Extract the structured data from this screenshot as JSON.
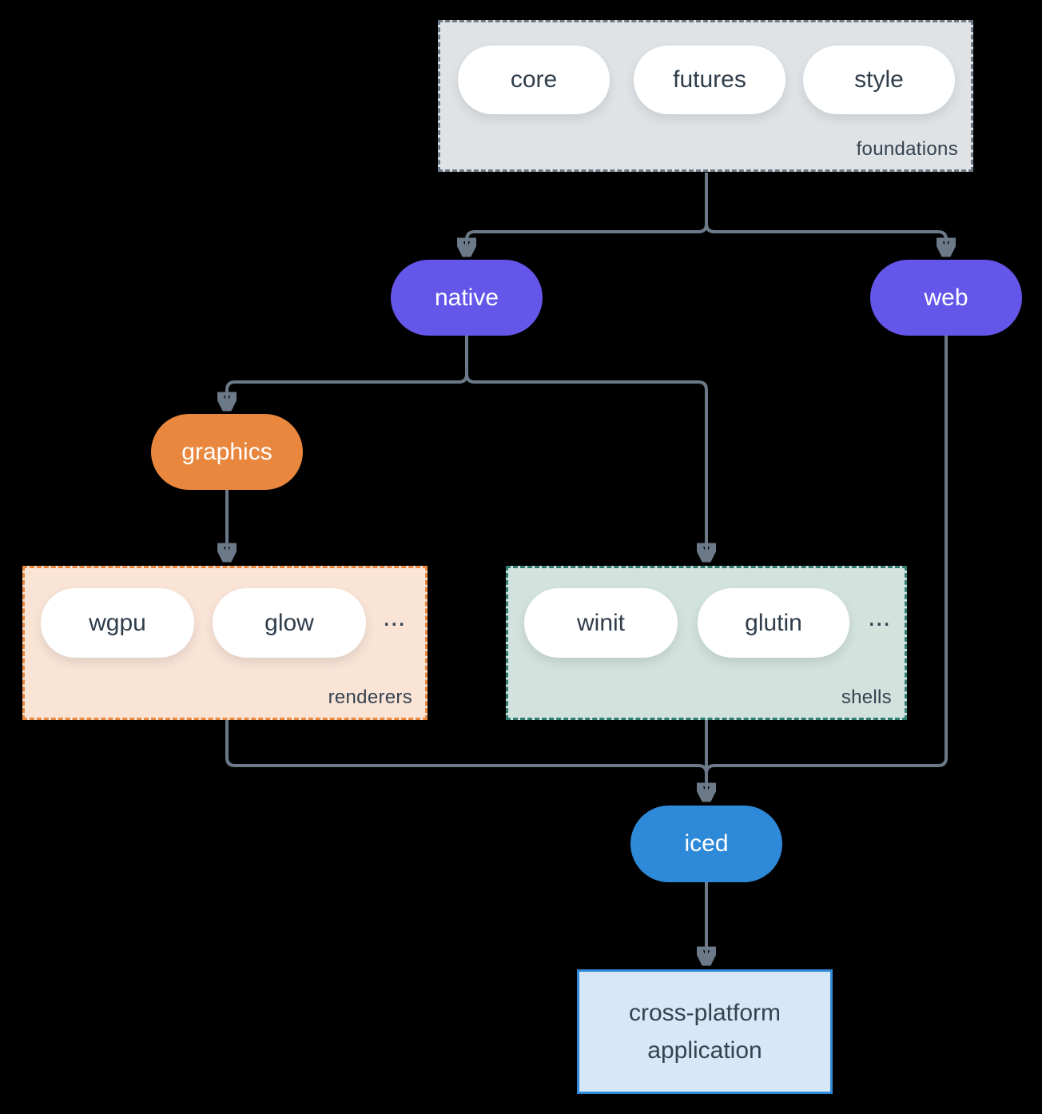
{
  "diagram": {
    "background_color": "#000000",
    "edge_color": "#6B7988",
    "groups": {
      "foundations": {
        "label": "foundations",
        "pills": [
          "core",
          "futures",
          "style"
        ],
        "fill": "#DFE3E6",
        "border": "#6C7A89"
      },
      "renderers": {
        "label": "renderers",
        "pills": [
          "wgpu",
          "glow"
        ],
        "ellipsis": "...",
        "fill": "#F9E4D6",
        "border": "#E8873D"
      },
      "shells": {
        "label": "shells",
        "pills": [
          "winit",
          "glutin"
        ],
        "ellipsis": "...",
        "fill": "#D2E2DD",
        "border": "#2E7D6E"
      }
    },
    "nodes": {
      "native": {
        "label": "native",
        "fill": "#6456E9"
      },
      "web": {
        "label": "web",
        "fill": "#6456E9"
      },
      "graphics": {
        "label": "graphics",
        "fill": "#E8873D"
      },
      "iced": {
        "label": "iced",
        "fill": "#2E89D8"
      }
    },
    "application": {
      "line1": "cross-platform",
      "line2": "application",
      "fill": "#D6E8F8",
      "border": "#2E89D8"
    },
    "edges": [
      "foundations -> native",
      "foundations -> web",
      "native -> graphics",
      "native -> shells",
      "graphics -> renderers",
      "renderers -> iced",
      "shells -> iced",
      "web -> iced",
      "iced -> application"
    ]
  }
}
